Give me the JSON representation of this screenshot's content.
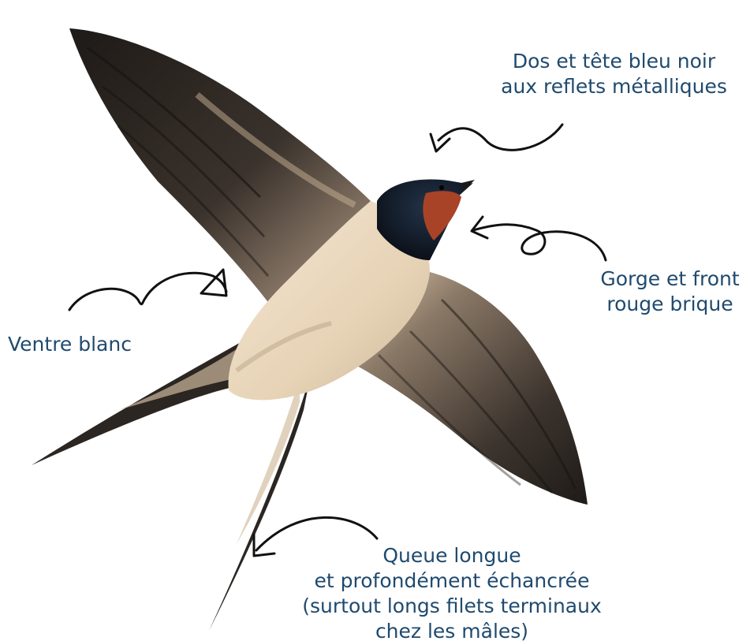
{
  "colors": {
    "label_text": "#1f4a6e",
    "arrow": "#111111",
    "wing_dark": "#2b2622",
    "wing_mid": "#6b5d52",
    "belly": "#eadbc6",
    "head": "#0f1620",
    "throat": "#b0462a"
  },
  "illustration": {
    "subject": "barn-swallow-in-flight"
  },
  "annotations": {
    "back": {
      "lines": [
        "Dos et tête bleu noir",
        "aux reflets métalliques"
      ],
      "arrow_icon": "curved-arrow-icon"
    },
    "throat": {
      "lines": [
        "Gorge et front",
        "rouge brique"
      ],
      "arrow_icon": "looped-arrow-icon"
    },
    "belly": {
      "lines": [
        "Ventre blanc"
      ],
      "arrow_icon": "wavy-arrow-icon"
    },
    "tail": {
      "lines": [
        "Queue longue",
        "et profondément échancrée",
        "(surtout longs filets terminaux",
        "chez les mâles)"
      ],
      "arrow_icon": "curved-arrow-icon"
    }
  }
}
